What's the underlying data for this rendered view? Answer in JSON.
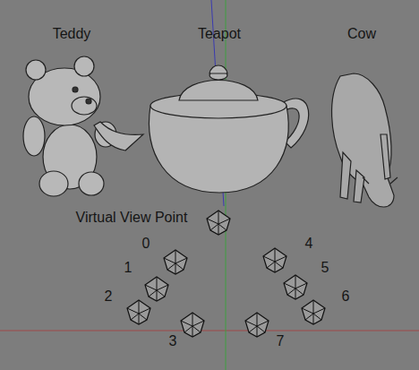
{
  "diagram": {
    "labels": [
      "Teddy",
      "Teapot",
      "Cow",
      "Virtual View Point",
      "0",
      "1",
      "2",
      "3",
      "4",
      "5",
      "6",
      "7"
    ]
  }
}
